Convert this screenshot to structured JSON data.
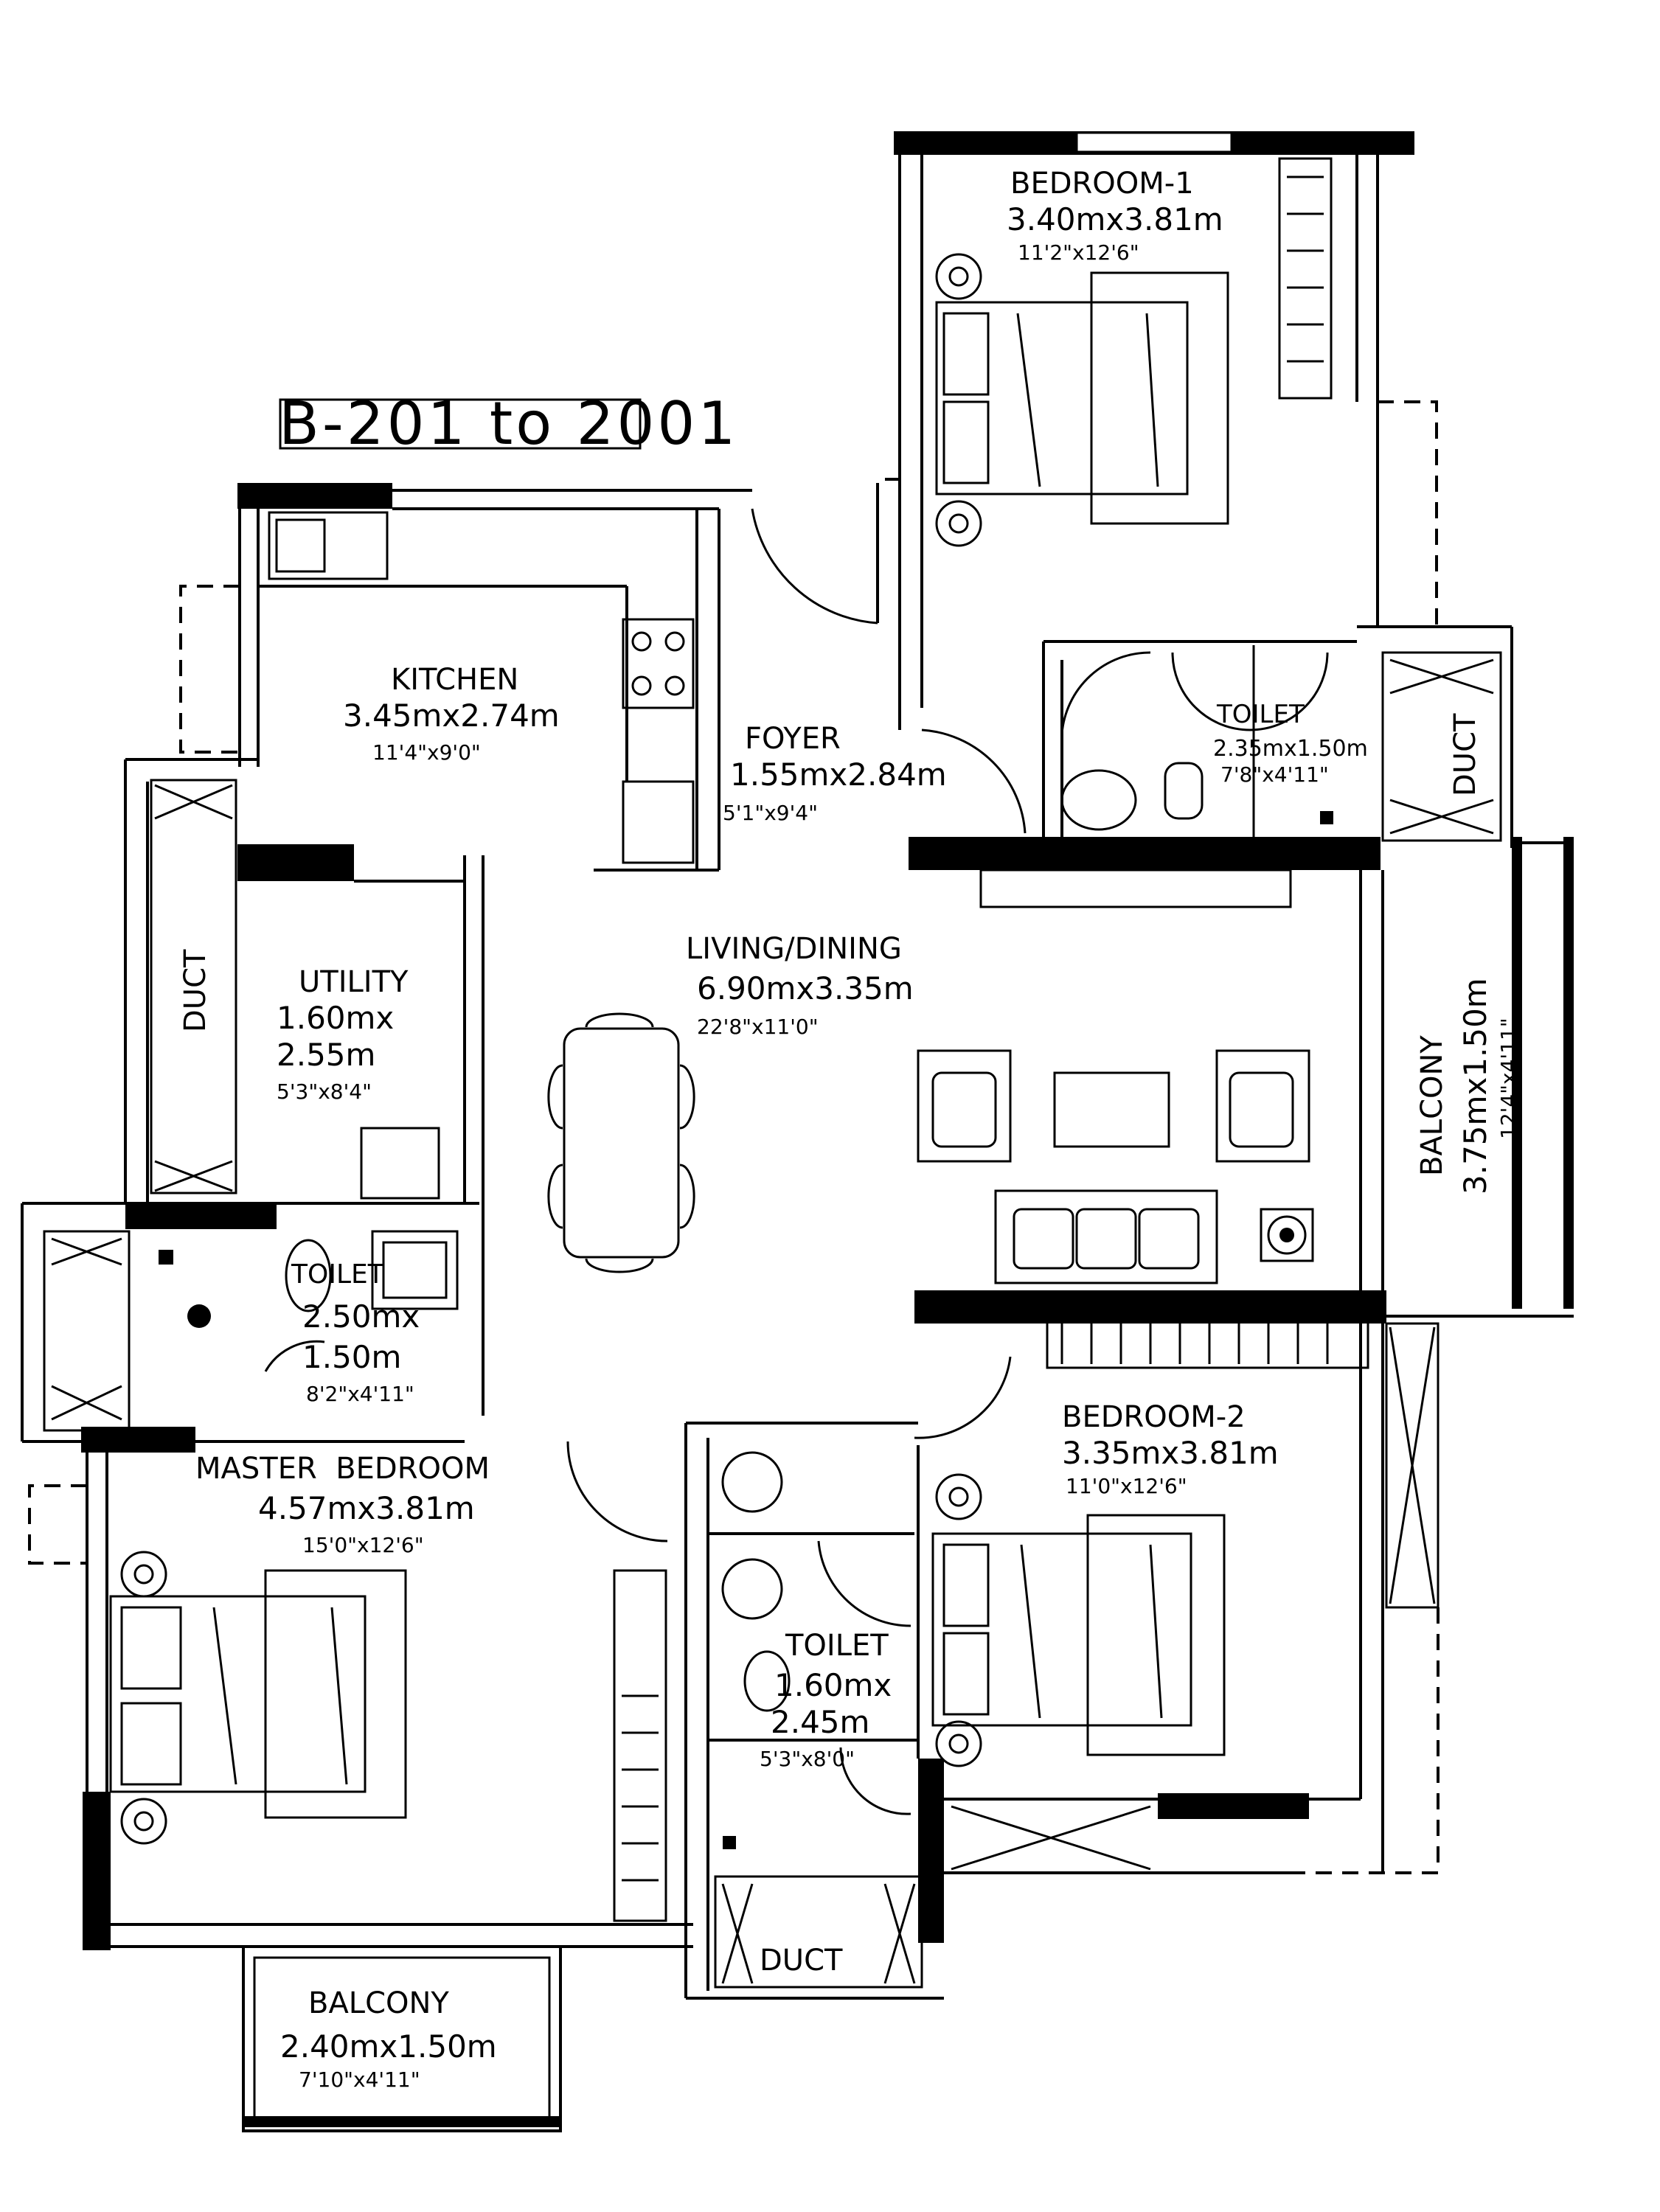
{
  "plan_title": "B-201 to 2001",
  "rooms": {
    "bedroom1": {
      "name": "BEDROOM-1",
      "dim": "3.40mx3.81m",
      "imperial": "11'2\"x12'6\""
    },
    "kitchen": {
      "name": "KITCHEN",
      "dim": "3.45mx2.74m",
      "imperial": "11'4\"x9'0\""
    },
    "foyer": {
      "name": "FOYER",
      "dim": "1.55mx2.84m",
      "imperial": "5'1\"x9'4\""
    },
    "toilet_b1": {
      "name": "TOILET",
      "dim": "2.35mx1.50m",
      "imperial": "7'8\"x4'11\""
    },
    "living": {
      "name": "LIVING/DINING",
      "dim": "6.90mx3.35m",
      "imperial": "22'8\"x11'0\""
    },
    "utility": {
      "name": "UTILITY",
      "dim1": "1.60mx",
      "dim2": "2.55m",
      "imperial": "5'3\"x8'4\""
    },
    "toilet_master": {
      "name": "TOILET",
      "dim1": "2.50mx",
      "dim2": "1.50m",
      "imperial": "8'2\"x4'11\""
    },
    "balcony_right": {
      "name": "BALCONY",
      "dim": "3.75mx1.50m",
      "imperial": "12'4\"x4'11\""
    },
    "master": {
      "name": "MASTER  BEDROOM",
      "dim": "4.57mx3.81m",
      "imperial": "15'0\"x12'6\""
    },
    "bedroom2": {
      "name": "BEDROOM-2",
      "dim": "3.35mx3.81m",
      "imperial": "11'0\"x12'6\""
    },
    "toilet_b2": {
      "name": "TOILET",
      "dim1": "1.60mx",
      "dim2": "2.45m",
      "imperial": "5'3\"x8'0\""
    },
    "balcony_bottom": {
      "name": "BALCONY",
      "dim": "2.40mx1.50m",
      "imperial": "7'10\"x4'11\""
    }
  },
  "ducts": {
    "left": "DUCT",
    "right": "DUCT",
    "bottom": "DUCT"
  }
}
